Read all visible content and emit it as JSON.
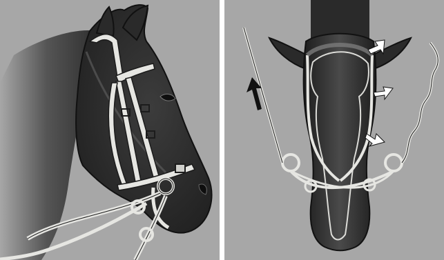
{
  "panels": [
    {
      "id": "left",
      "subject": "horse-head-side-view-with-bridle"
    },
    {
      "id": "right",
      "subject": "horse-head-front-view-with-bridle-pressure-lines"
    }
  ],
  "colors": {
    "background": "#a7a7a7",
    "horse_dark": "#2b2b2b",
    "strap": "#e6e6e2",
    "outline": "#1c1c1c",
    "arrow_white": "#ffffff",
    "arrow_black": "#111111"
  }
}
